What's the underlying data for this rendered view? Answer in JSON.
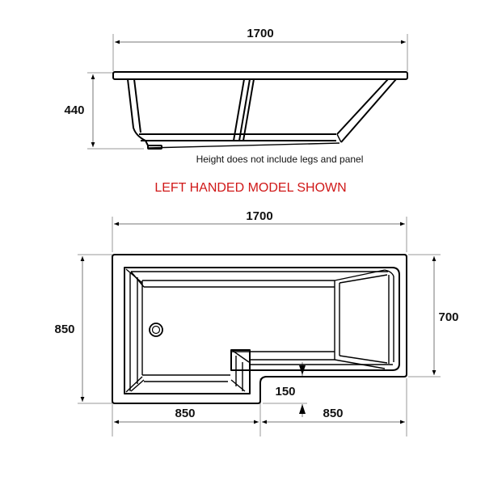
{
  "side_view": {
    "width_label": "1700",
    "height_label": "440",
    "note": "Height does not include legs and panel"
  },
  "model_note": {
    "text": "LEFT HANDED MODEL SHOWN",
    "color": "#d01818"
  },
  "plan_view": {
    "width_label": "1700",
    "left_height_label": "850",
    "right_height_label": "700",
    "step_label": "150",
    "bottom_left_label": "850",
    "bottom_right_label": "850"
  }
}
